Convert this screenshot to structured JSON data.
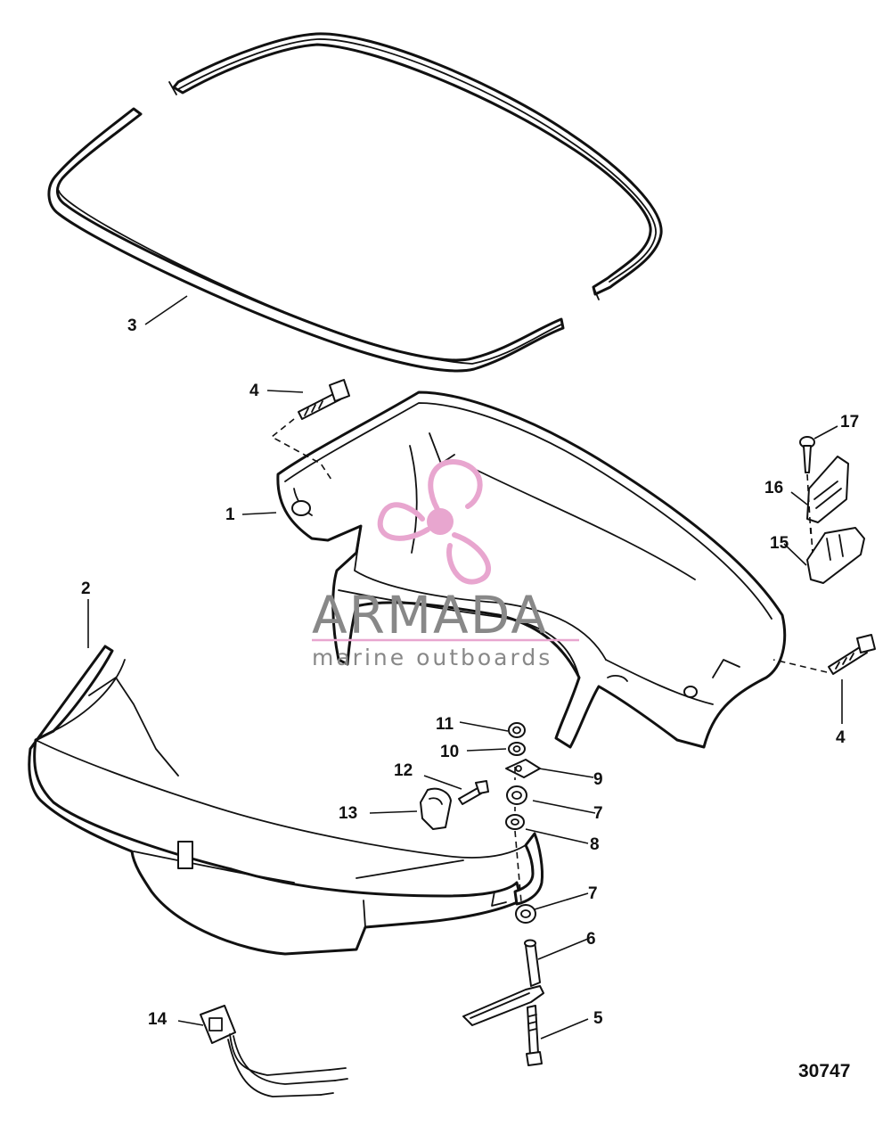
{
  "diagram": {
    "figure_number": "30747",
    "callouts": [
      "1",
      "2",
      "3",
      "4",
      "4",
      "5",
      "6",
      "7",
      "7",
      "8",
      "9",
      "10",
      "11",
      "12",
      "13",
      "14",
      "15",
      "16",
      "17"
    ]
  },
  "watermark": {
    "brand": "ARMADA",
    "tagline": "marine outboards",
    "brand_color": "#888888",
    "accent_color": "#e8a6cf"
  }
}
